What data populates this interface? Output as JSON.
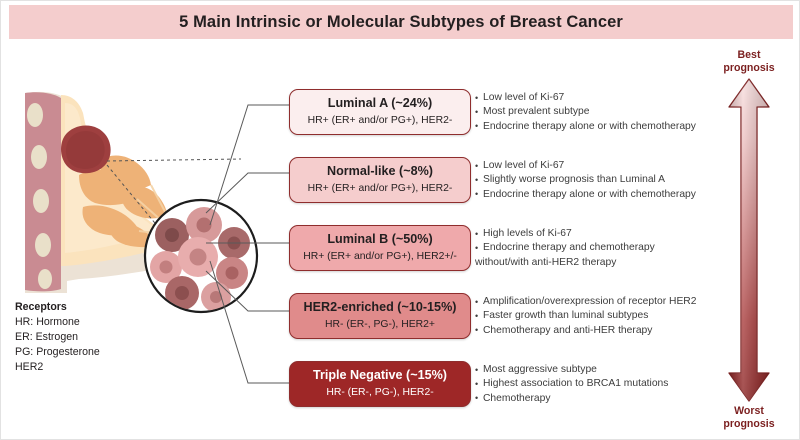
{
  "header": {
    "title": "5 Main Intrinsic or Molecular Subtypes of Breast Cancer"
  },
  "subtypes": [
    {
      "name": "Luminal A (~24%)",
      "receptors": "HR+ (ER+ and/or PG+), HER2-",
      "fill": "#fbeeee",
      "text_color": "#231f20",
      "bullets": [
        {
          "text": "Low level of Ki-67",
          "bullet": true
        },
        {
          "text": "Most prevalent subtype",
          "bullet": true
        },
        {
          "text": "Endocrine therapy alone or with chemotherapy",
          "bullet": true
        }
      ]
    },
    {
      "name": "Normal-like (~8%)",
      "receptors": "HR+ (ER+ and/or PG+), HER2-",
      "fill": "#f5cdcd",
      "text_color": "#231f20",
      "bullets": [
        {
          "text": "Low level of Ki-67",
          "bullet": true
        },
        {
          "text": "Slightly worse prognosis than Luminal A",
          "bullet": true
        },
        {
          "text": "Endocrine therapy alone or with chemotherapy",
          "bullet": true
        }
      ]
    },
    {
      "name": "Luminal B (~50%)",
      "receptors": "HR+ (ER+ and/or PG+), HER2+/-",
      "fill": "#efa9ab",
      "text_color": "#231f20",
      "bullets": [
        {
          "text": "High levels of Ki-67",
          "bullet": true
        },
        {
          "text": "Endocrine therapy and chemotherapy",
          "bullet": true
        },
        {
          "text": "without/with anti-HER2 therapy",
          "bullet": false
        }
      ]
    },
    {
      "name": "HER2-enriched (~10-15%)",
      "receptors": "HR- (ER-, PG-), HER2+",
      "fill": "#e08b8b",
      "text_color": "#231f20",
      "bullets": [
        {
          "text": "Amplification/overexpression of receptor HER2",
          "bullet": true
        },
        {
          "text": "Faster growth than luminal subtypes",
          "bullet": true
        },
        {
          "text": "Chemotherapy and anti-HER therapy",
          "bullet": true
        }
      ]
    },
    {
      "name": "Triple Negative (~15%)",
      "receptors": "HR- (ER-, PG-), HER2-",
      "fill": "#9e2727",
      "text_color": "#ffffff",
      "bullets": [
        {
          "text": "Most aggressive subtype",
          "bullet": true
        },
        {
          "text": "Highest association to BRCA1 mutations",
          "bullet": true
        },
        {
          "text": "Chemotherapy",
          "bullet": true
        }
      ]
    }
  ],
  "legend": {
    "heading": "Receptors",
    "rows": [
      "HR: Hormone",
      "ER: Estrogen",
      "PG: Progesterone",
      "HER2"
    ]
  },
  "prognosis": {
    "best_line1": "Best",
    "best_line2": "prognosis",
    "worst_line1": "Worst",
    "worst_line2": "prognosis",
    "arrow_top_color": "#f2cccc",
    "arrow_bottom_color": "#8f2222",
    "label_color": "#7b1f1f"
  },
  "illustration": {
    "breast_diagram": "breast-cross-section",
    "tumor": "tumor-mass",
    "magnifier": "cell-cluster-magnifier",
    "colors": {
      "skin": "#f0cfae",
      "fat": "#fbe3bd",
      "lobule": "#eeb277",
      "muscle": "#c98b92",
      "rib": "#e8dfc8",
      "tumor": "#9e3f3f"
    }
  },
  "theme": {
    "title_bar": "#f4cdcd",
    "box_border": "#8f2d2d",
    "connector": "#5a5a5a"
  }
}
